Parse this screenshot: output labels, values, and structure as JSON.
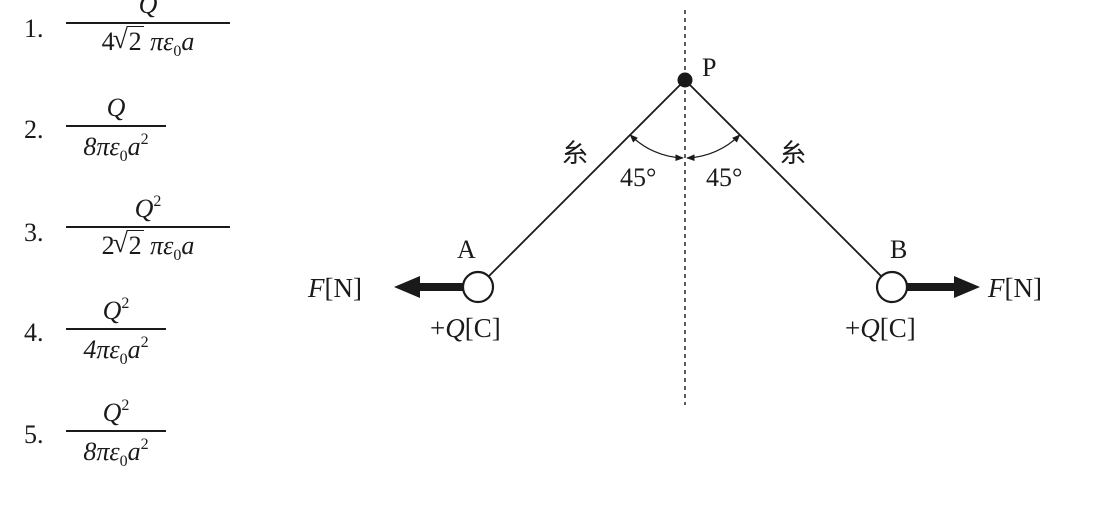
{
  "options": [
    {
      "number": "1.",
      "numerator": "Q",
      "den_pre": "4",
      "den_sqrt": "2",
      "den_post": "πε",
      "den_sub": "0",
      "den_tail": "a",
      "den_sup": ""
    },
    {
      "number": "2.",
      "numerator": "Q",
      "num_sup": "",
      "den_pre": "8πε",
      "den_sqrt": "",
      "den_sub": "0",
      "den_tail": "a",
      "den_sup": "2"
    },
    {
      "number": "3.",
      "numerator": "Q",
      "num_sup": "2",
      "den_pre": "2",
      "den_sqrt": "2",
      "den_post": "πε",
      "den_sub": "0",
      "den_tail": "a",
      "den_sup": ""
    },
    {
      "number": "4.",
      "numerator": "Q",
      "num_sup": "2",
      "den_pre": "4πε",
      "den_sqrt": "",
      "den_sub": "0",
      "den_tail": "a",
      "den_sup": "2"
    },
    {
      "number": "5.",
      "numerator": "Q",
      "num_sup": "2",
      "den_pre": "8πε",
      "den_sqrt": "",
      "den_sub": "0",
      "den_tail": "a",
      "den_sup": "2"
    }
  ],
  "diagram": {
    "point_P": "P",
    "point_A": "A",
    "point_B": "B",
    "string_label_left": "糸",
    "string_label_right": "糸",
    "angle_left": "45°",
    "angle_right": "45°",
    "force_left": {
      "symbol": "F",
      "unit": "[N]"
    },
    "force_right": {
      "symbol": "F",
      "unit": "[N]"
    },
    "charge_left": {
      "sign": "+",
      "symbol": "Q",
      "unit": "[C]"
    },
    "charge_right": {
      "sign": "+",
      "symbol": "Q",
      "unit": "[C]"
    }
  }
}
